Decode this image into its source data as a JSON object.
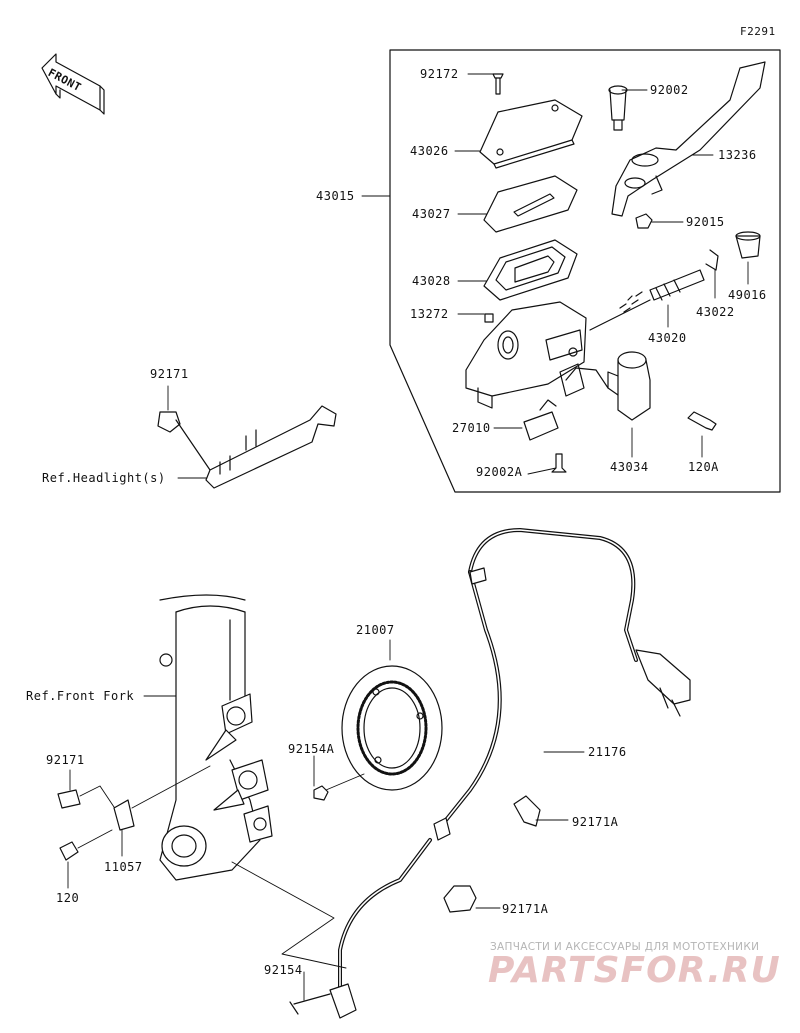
{
  "figure_code": "F2291",
  "front_badge": "FRONT",
  "labels": {
    "p92172": "92172",
    "p92002": "92002",
    "p43026": "43026",
    "p13236": "13236",
    "p43015": "43015",
    "p43027": "43027",
    "p92015": "92015",
    "p43028": "43028",
    "p49016": "49016",
    "p43022": "43022",
    "p13272": "13272",
    "p43020": "43020",
    "p27010": "27010",
    "p92002A": "92002A",
    "p43034": "43034",
    "p120A": "120A",
    "p92171_top": "92171",
    "ref_headlight": "Ref.Headlight(s)",
    "p21007": "21007",
    "ref_front_fork": "Ref.Front Fork",
    "p92154A": "92154A",
    "p21176": "21176",
    "p92171_left": "92171",
    "p92171A_1": "92171A",
    "p11057": "11057",
    "p120": "120",
    "p92171A_2": "92171A",
    "p92154": "92154"
  },
  "watermark": {
    "tagline": "ЗАПЧАСТИ И АКСЕССУАРЫ ДЛЯ МОТОТЕХНИКИ",
    "brand": "PARTSFOR.RU"
  }
}
